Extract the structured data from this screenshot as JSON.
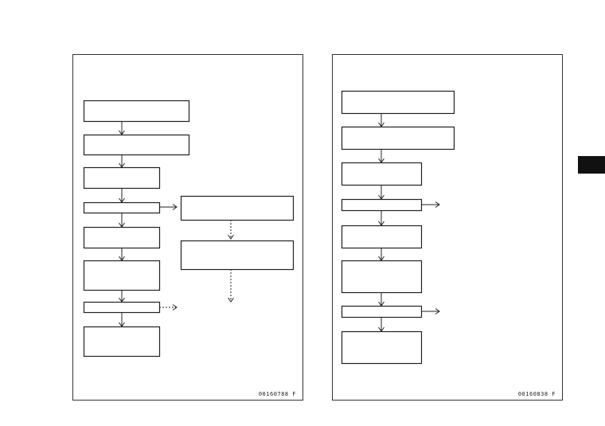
{
  "colors": {
    "ink": "#222222",
    "tab": "#111111"
  },
  "panels": [
    {
      "id": "panel-left",
      "code": "00160788  F"
    },
    {
      "id": "panel-right",
      "code": "00160838  F"
    }
  ]
}
